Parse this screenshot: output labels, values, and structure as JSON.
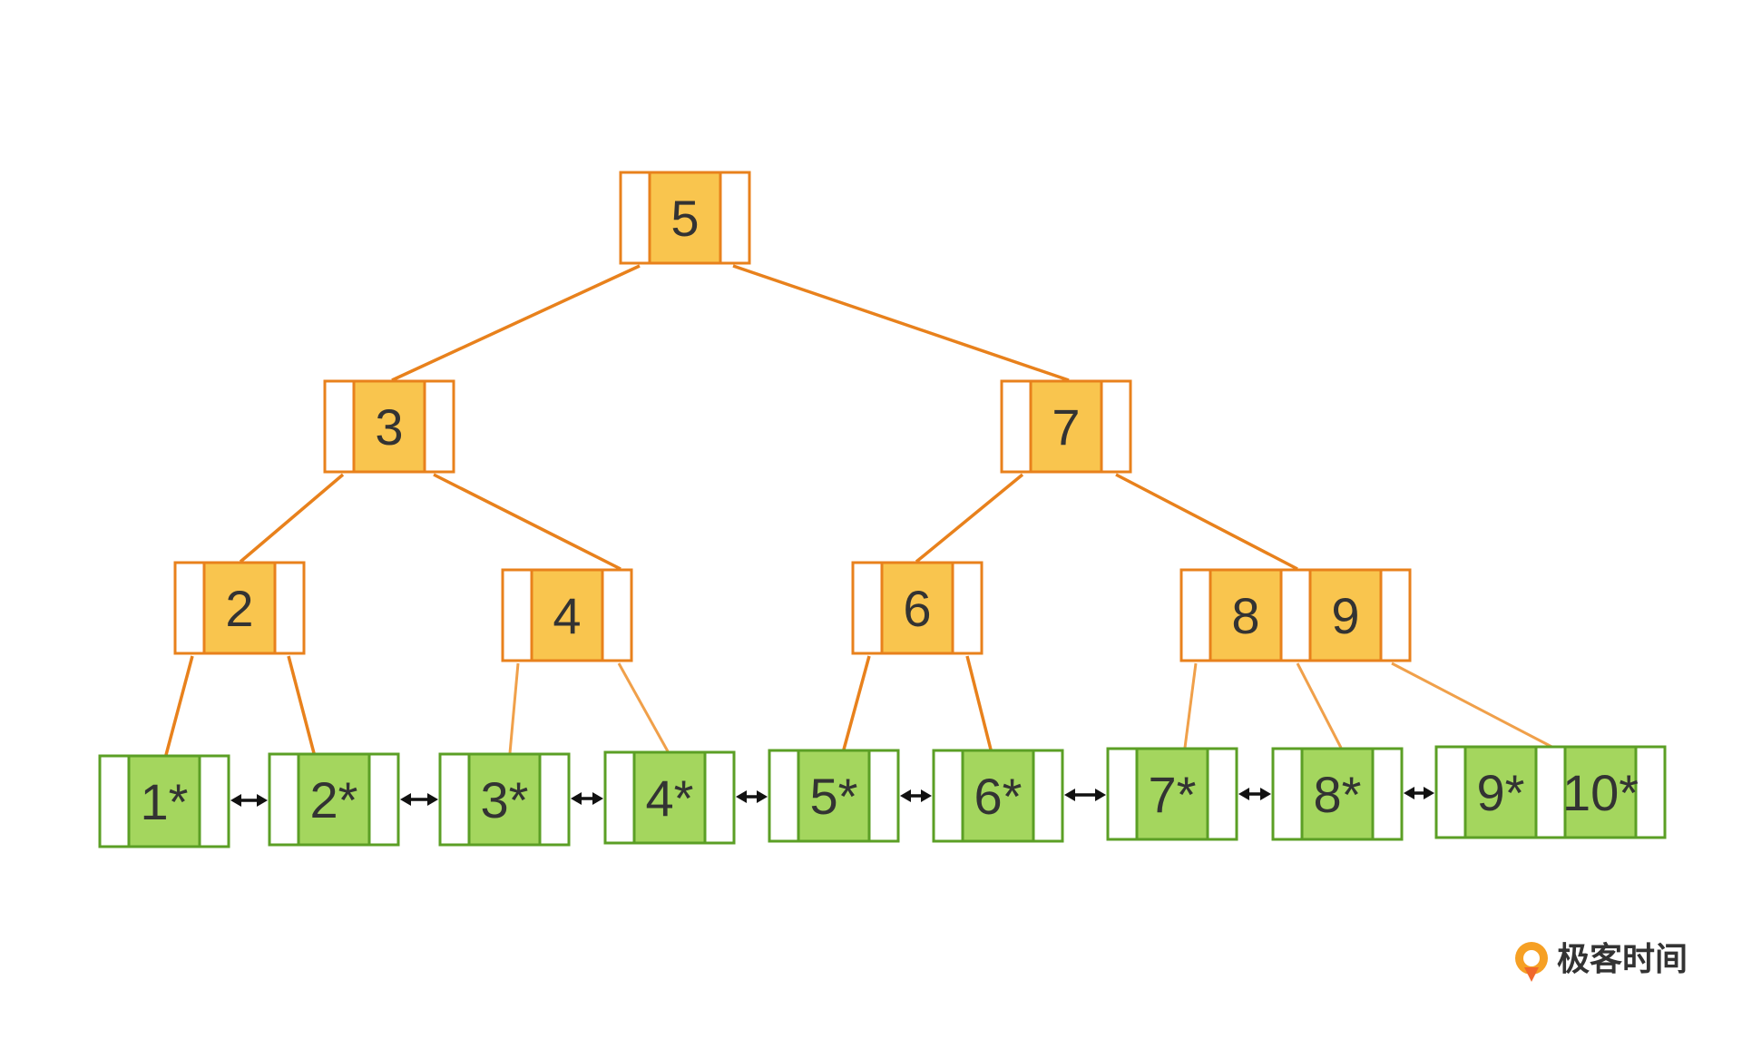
{
  "brand": {
    "name": "极客时间",
    "logo_colors": [
      "#f0682c",
      "#f6a024"
    ]
  },
  "colors": {
    "internal_fill": "#f9c54e",
    "internal_stroke": "#e8811c",
    "leaf_fill": "#a4d65e",
    "leaf_stroke": "#5b9f25"
  },
  "tree": {
    "root": {
      "keys": [
        "5"
      ]
    },
    "level1": [
      {
        "keys": [
          "3"
        ]
      },
      {
        "keys": [
          "7"
        ]
      }
    ],
    "level2": [
      {
        "keys": [
          "2"
        ]
      },
      {
        "keys": [
          "4"
        ]
      },
      {
        "keys": [
          "6"
        ]
      },
      {
        "keys": [
          "8",
          "9"
        ]
      }
    ],
    "leaves": [
      {
        "keys": [
          "1*"
        ]
      },
      {
        "keys": [
          "2*"
        ]
      },
      {
        "keys": [
          "3*"
        ]
      },
      {
        "keys": [
          "4*"
        ]
      },
      {
        "keys": [
          "5*"
        ]
      },
      {
        "keys": [
          "6*"
        ]
      },
      {
        "keys": [
          "7*"
        ]
      },
      {
        "keys": [
          "8*"
        ]
      },
      {
        "keys": [
          "9*",
          "10*"
        ]
      }
    ]
  }
}
